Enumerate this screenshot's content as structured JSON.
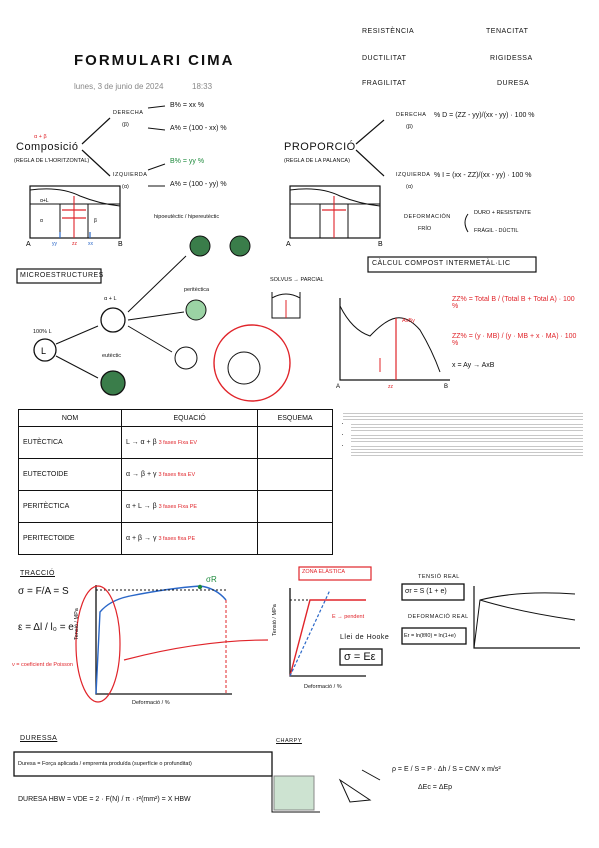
{
  "header": {
    "title": "FORMULARI CIMA",
    "date": "lunes, 3 de junio de 2024",
    "time": "18:33"
  },
  "properties": {
    "resistencia": "RESISTÈNCIA",
    "tenacitat": "TENACITAT",
    "ductilitat": "DUCTILITAT",
    "rigidessa": "RIGIDESSA",
    "fragilitat": "FRAGILITAT",
    "duresa": "DURESA"
  },
  "composicio": {
    "label": "Composició",
    "sub": "(REGLA DE L'HORITZONTAL)",
    "alpha_beta": "α + β",
    "derecha": "DERECHA",
    "derecha_sub": "(β)",
    "izquierda": "IZQUIERDA",
    "izquierda_sub": "(α)",
    "b_der": "B% = xx %",
    "a_der": "A% = (100 - xx) %",
    "b_izq": "B% = yy %",
    "a_izq": "A% = (100 - yy) %"
  },
  "proporcio": {
    "label": "PROPORCIÓ",
    "sub": "(REGLA DE LA PALANCA)",
    "derecha": "DERECHA",
    "derecha_sub": "(β)",
    "izquierda": "IZQUIERDA",
    "izquierda_sub": "(α)",
    "formula_d": "% D = (ZZ - yy)/(xx - yy) · 100 %",
    "formula_i": "% I = (xx - ZZ)/(xx - yy) · 100 %",
    "deformacion": "DEFORMACIÓN",
    "frio": "FRÍO",
    "duro": "DURO + RESISTENTE",
    "fragil": "FRÁGIL - DÚCTIL"
  },
  "microestructures": {
    "label": "MICROESTRUCTURES",
    "hipo": "hipoeutèctic / hipereutèctic",
    "periteutic": "peritèctica",
    "eutectic": "eutèctic",
    "l100": "100% L",
    "ab": "α + L",
    "solvus": "SOLVUS → PARCIAL"
  },
  "calcul": {
    "label": "CÀLCUL COMPOST INTERMETÀL·LIC",
    "f1": "ZZ% = Total B / (Total B + Total A) · 100 %",
    "f2": "ZZ% = (y · MB) / (y · MB + x · MA) · 100 %",
    "f3": "x = Ay → AxB",
    "point": "AxBy"
  },
  "table": {
    "headers": [
      "NOM",
      "EQUACIÓ",
      "ESQUEMA"
    ],
    "rows": [
      {
        "nom": "EUTÈCTICA",
        "eq": "L → α + β",
        "note": "3 fases Fixa EV"
      },
      {
        "nom": "EUTECTOIDE",
        "eq": "α → β + γ",
        "note": "3 fases fixa EV"
      },
      {
        "nom": "PERITÈCTICA",
        "eq": "α + L → β",
        "note": "3 fases Fixa PE"
      },
      {
        "nom": "PERITECTOIDE",
        "eq": "α + β → γ",
        "note": "3 fases fixa PE"
      }
    ]
  },
  "traccio": {
    "label": "TRACCIÓ",
    "sigma": "σ = F/A = S",
    "epsilon": "ε = Δl / l₀ = e",
    "poisson": "ν = coeficient de Poisson",
    "xlabel": "Deformació / %",
    "ylabel": "Tensió / MPa",
    "sigma_r": "σR"
  },
  "zona": {
    "label": "ZONA ELÀSTICA",
    "hooke": "Llei de Hooke",
    "hooke_formula": "σ = Eε",
    "xlabel": "Deformació / %",
    "ylabel": "Tensió / MPa",
    "e_pend": "E → pendent",
    "tensio_real": "TENSIÓ REAL",
    "tensio_formula": "σr = S (1 + e)",
    "def_real": "DEFORMACIÓ REAL",
    "def_formula": "Er = ln(lf/l0) = ln(1+e)"
  },
  "duresa": {
    "label": "DURESSA",
    "formula": "Duresa = Força aplicada / empremta produïda (superfície o profunditat)",
    "hbw": "DURESA HBW = VDE = 2 · F(N) / π · r²(mm²) = X HBW"
  },
  "charpy": {
    "label": "CHARPY",
    "formula": "ρ = E / S = P · Δh / S = CNV x m/s²",
    "delta": "ΔEc = ΔEp"
  }
}
